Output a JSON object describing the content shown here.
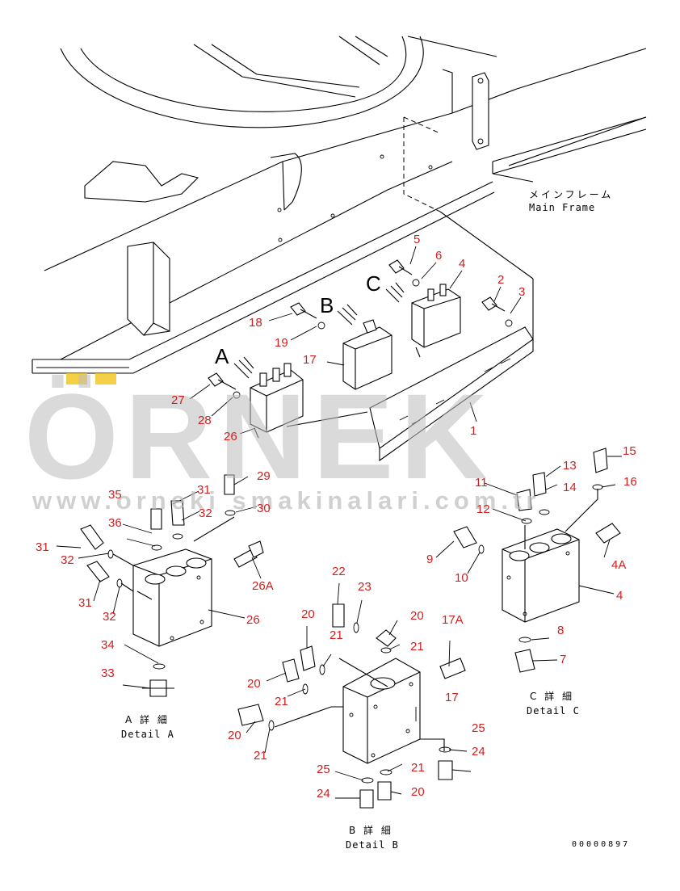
{
  "frame_label": {
    "jp": "メインフレーム",
    "en": "Main Frame"
  },
  "view_letters": [
    "A",
    "B",
    "C"
  ],
  "details": {
    "A": {
      "jp": "A 詳 細",
      "en": "Detail A"
    },
    "B": {
      "jp": "B 詳 細",
      "en": "Detail B"
    },
    "C": {
      "jp": "C 詳 細",
      "en": "Detail C"
    }
  },
  "part_numbers": {
    "n1": "1",
    "n2": "2",
    "n3": "3",
    "n4": "4",
    "n5": "5",
    "n6": "6",
    "n17": "17",
    "n18": "18",
    "n19": "19",
    "n26": "26",
    "n27": "27",
    "n28": "28",
    "a29": "29",
    "a30": "30",
    "a31t": "31",
    "a32t": "32",
    "a35": "35",
    "a36": "36",
    "a31l": "31",
    "a32l": "32",
    "a31m": "31",
    "a32m": "32",
    "a26A": "26A",
    "a26": "26",
    "a34": "34",
    "a33": "33",
    "b22": "22",
    "b23": "23",
    "b20a": "20",
    "b21a": "21",
    "b20b": "20",
    "b21b": "21",
    "b17A": "17A",
    "b20c": "20",
    "b21c": "21",
    "b17": "17",
    "b20d": "20",
    "b21d": "21",
    "b25a": "25",
    "b24a": "24",
    "b21e": "21",
    "b25b": "25",
    "b24b": "24",
    "b20e": "20",
    "c15": "15",
    "c16": "16",
    "c13": "13",
    "c14": "14",
    "c11": "11",
    "c12": "12",
    "c9": "9",
    "c10": "10",
    "c4A": "4A",
    "c4": "4",
    "c8": "8",
    "c7": "7"
  },
  "watermark": {
    "brand": "ÖRNEK",
    "url": "www.orneki smakinalari.com.tr"
  },
  "document_number": "00000897"
}
